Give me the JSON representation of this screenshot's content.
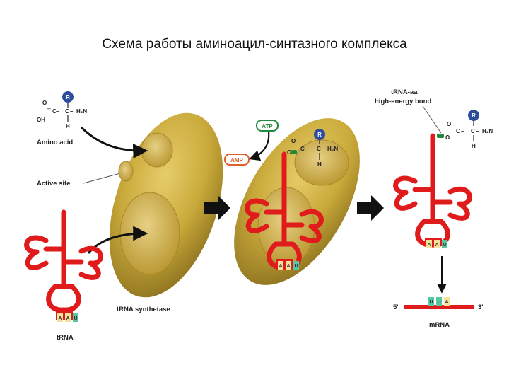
{
  "title": "Схема работы аминоацил-синтазного комплекса",
  "labels": {
    "amino_acid": "Amino acid",
    "active_site": "Active site",
    "trna_synthetase": "tRNA synthetase",
    "trna": "tRNA",
    "trna_aa_line1": "tRNA-aa",
    "trna_aa_line2": "high-energy bond",
    "mrna": "mRNA",
    "five_prime": "5'",
    "three_prime": "3'"
  },
  "molecules": {
    "atp": "ATP",
    "amp": "AMP"
  },
  "amino_acid_formula": {
    "r": "R",
    "o": "O",
    "oh": "OH",
    "c1": "C",
    "c2": "C",
    "nh2": "H₂N",
    "h": "H",
    "dbl": "═"
  },
  "anticodon_bases": [
    "A",
    "A",
    "U"
  ],
  "codon_bases": [
    "U",
    "U",
    "A"
  ],
  "colors": {
    "trna_red": "#e01b1b",
    "enzyme_gold": "#c9a93a",
    "r_group_blue": "#2b4d9c",
    "atp_green": "#1f8a3a",
    "amp_orange": "#e0602a",
    "base_yellow": "#f2e29a",
    "base_teal": "#56c7a0"
  }
}
